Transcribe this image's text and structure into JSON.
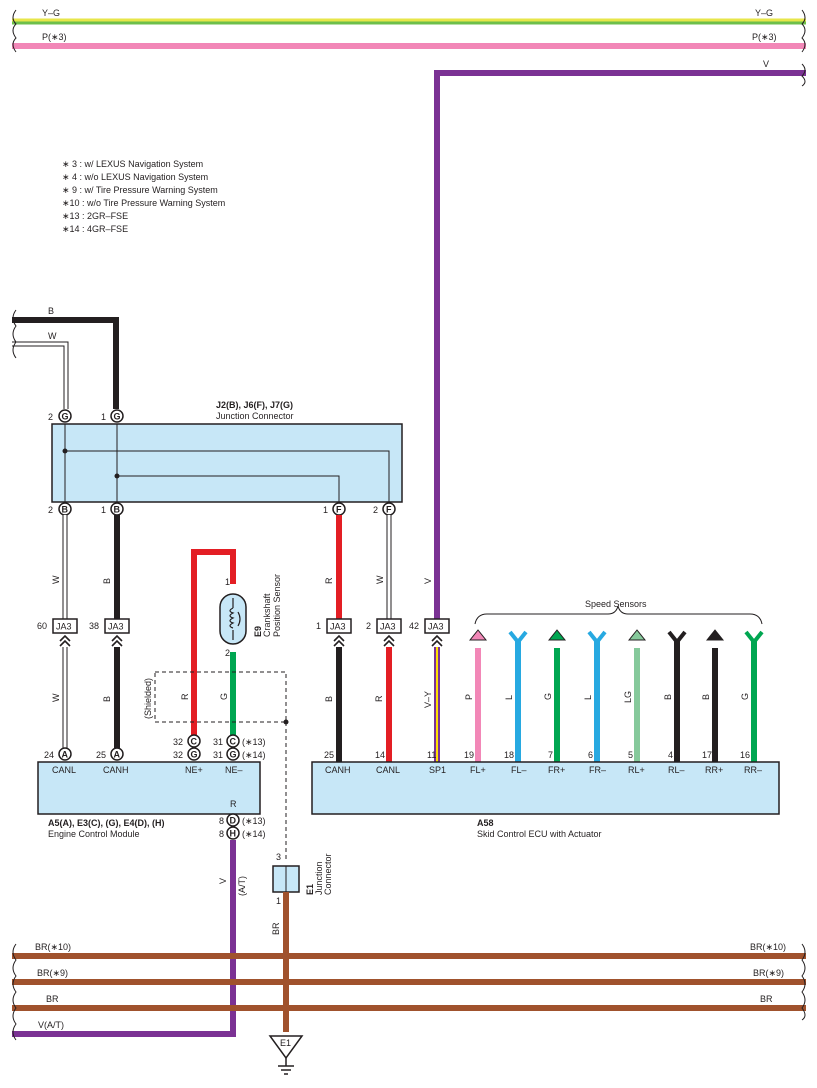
{
  "colors": {
    "yellow_green_top": "#e7e64a",
    "yellow_green_bottom": "#6dbf4b",
    "pink": "#f287b7",
    "violet": "#7b3294",
    "black": "#231f20",
    "red": "#e31e24",
    "green": "#00a651",
    "blue": "#27a9e1",
    "light_green": "#86c99b",
    "brown": "#a0522d",
    "yellow": "#ffe000",
    "box_fill": "#c7e7f7"
  },
  "buses": {
    "yg": "Y–G",
    "p3": "P(∗3)",
    "v": "V",
    "br10": "BR(∗10)",
    "br9": "BR(∗9)",
    "br": "BR",
    "vat": "V(A/T)"
  },
  "notes": [
    "∗ 3 : w/ LEXUS Navigation System",
    "∗ 4 : w/o LEXUS Navigation System",
    "∗ 9 : w/ Tire Pressure Warning System",
    "∗10 : w/o Tire Pressure Warning System",
    "∗13 : 2GR–FSE",
    "∗14 : 4GR–FSE"
  ],
  "wires": {
    "b": "B",
    "w": "W",
    "r": "R",
    "g": "G",
    "v": "V",
    "vy": "V–Y",
    "br": "BR",
    "at": "(A/T)",
    "shielded": "(Shielded)"
  },
  "junction": {
    "code": "J2(B), J6(F), J7(G)",
    "name": "Junction Connector",
    "top_pins": [
      {
        "num": "2",
        "letter": "G"
      },
      {
        "num": "1",
        "letter": "G"
      }
    ],
    "bottom_pins": [
      {
        "num": "2",
        "letter": "B"
      },
      {
        "num": "1",
        "letter": "B"
      },
      {
        "num": "1",
        "letter": "F"
      },
      {
        "num": "2",
        "letter": "F"
      }
    ]
  },
  "ja3": {
    "label": "JA3",
    "pins": [
      "60",
      "38",
      "1",
      "2",
      "42"
    ]
  },
  "crank_sensor": {
    "code": "E9",
    "name_line1": "Crankshaft",
    "name_line2": "Position Sensor",
    "pin_top": "1",
    "pin_bottom": "2"
  },
  "ecm": {
    "code": "A5(A), E3(C), (G), E4(D), (H)",
    "name": "Engine Control Module",
    "pins": [
      {
        "num": "24",
        "letter": "A",
        "label": "CANL"
      },
      {
        "num": "25",
        "letter": "A",
        "label": "CANH"
      }
    ],
    "ne_plus": {
      "label": "NE+",
      "pins": [
        {
          "num": "32",
          "letter": "C"
        },
        {
          "num": "32",
          "letter": "G"
        }
      ]
    },
    "ne_minus": {
      "label": "NE–",
      "pins": [
        {
          "num": "31",
          "letter": "C",
          "note": "(∗13)"
        },
        {
          "num": "31",
          "letter": "G",
          "note": "(∗14)"
        }
      ]
    },
    "bottom_pins": [
      {
        "num": "8",
        "letter": "D",
        "note": "(∗13)"
      },
      {
        "num": "8",
        "letter": "H",
        "note": "(∗14)"
      }
    ],
    "r_label": "R"
  },
  "skid": {
    "code": "A58",
    "name": "Skid Control ECU with Actuator",
    "speed_sensors_label": "Speed Sensors",
    "pins": [
      {
        "num": "25",
        "label": "CANH",
        "wire": "B"
      },
      {
        "num": "14",
        "label": "CANL",
        "wire": "R"
      },
      {
        "num": "11",
        "label": "SP1",
        "wire": "V–Y"
      },
      {
        "num": "19",
        "label": "FL+",
        "wire": "P"
      },
      {
        "num": "18",
        "label": "FL–",
        "wire": "L"
      },
      {
        "num": "7",
        "label": "FR+",
        "wire": "G"
      },
      {
        "num": "6",
        "label": "FR–",
        "wire": "L"
      },
      {
        "num": "5",
        "label": "RL+",
        "wire": "LG"
      },
      {
        "num": "4",
        "label": "RL–",
        "wire": "B"
      },
      {
        "num": "17",
        "label": "RR+",
        "wire": "B"
      },
      {
        "num": "16",
        "label": "RR–",
        "wire": "G"
      }
    ]
  },
  "e1_connector": {
    "code": "E1",
    "name_line1": "Junction",
    "name_line2": "Connector",
    "pin_top": "3",
    "pin_bottom": "1"
  },
  "ground": {
    "label": "E1"
  }
}
